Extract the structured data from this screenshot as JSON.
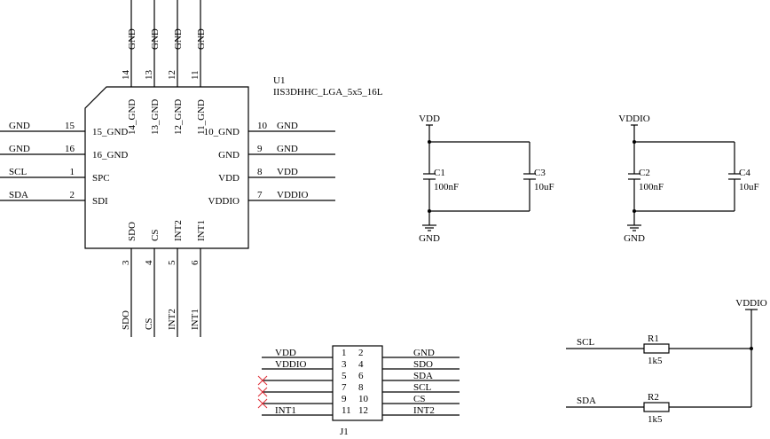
{
  "u1": {
    "refdes": "U1",
    "part": "IIS3DHHC_LGA_5x5_16L",
    "top_pins": [
      {
        "num": "14",
        "inner": "14_GND",
        "net": "GND"
      },
      {
        "num": "13",
        "inner": "13_GND",
        "net": "GND"
      },
      {
        "num": "12",
        "inner": "12_GND",
        "net": "GND"
      },
      {
        "num": "11",
        "inner": "11_GND",
        "net": "GND"
      }
    ],
    "left_pins": [
      {
        "num": "15",
        "inner": "15_GND",
        "net": "GND"
      },
      {
        "num": "16",
        "inner": "16_GND",
        "net": "GND"
      },
      {
        "num": "1",
        "inner": "SPC",
        "net": "SCL"
      },
      {
        "num": "2",
        "inner": "SDI",
        "net": "SDA"
      }
    ],
    "right_pins": [
      {
        "num": "10",
        "inner": "10_GND",
        "net": "GND"
      },
      {
        "num": "9",
        "inner": "GND",
        "net": "GND"
      },
      {
        "num": "8",
        "inner": "VDD",
        "net": "VDD"
      },
      {
        "num": "7",
        "inner": "VDDIO",
        "net": "VDDIO"
      }
    ],
    "bottom_pins": [
      {
        "num": "3",
        "inner": "SDO",
        "net": "SDO"
      },
      {
        "num": "4",
        "inner": "CS",
        "net": "CS"
      },
      {
        "num": "5",
        "inner": "INT2",
        "net": "INT2"
      },
      {
        "num": "6",
        "inner": "INT1",
        "net": "INT1"
      }
    ]
  },
  "decoupling": [
    {
      "rail": "VDD",
      "gnd": "GND",
      "caps": [
        {
          "ref": "C1",
          "value": "100nF"
        },
        {
          "ref": "C3",
          "value": "10uF"
        }
      ]
    },
    {
      "rail": "VDDIO",
      "gnd": "GND",
      "caps": [
        {
          "ref": "C2",
          "value": "100nF"
        },
        {
          "ref": "C4",
          "value": "10uF"
        }
      ]
    }
  ],
  "pullups": {
    "rail": "VDDIO",
    "resistors": [
      {
        "net": "SCL",
        "ref": "R1",
        "value": "1k5"
      },
      {
        "net": "SDA",
        "ref": "R2",
        "value": "1k5"
      }
    ]
  },
  "header": {
    "ref": "J1",
    "rows": [
      {
        "left_net": "VDD",
        "left_pin": "1",
        "right_pin": "2",
        "right_net": "GND",
        "no_connect": false
      },
      {
        "left_net": "VDDIO",
        "left_pin": "3",
        "right_pin": "4",
        "right_net": "SDO",
        "no_connect": false
      },
      {
        "left_net": "",
        "left_pin": "5",
        "right_pin": "6",
        "right_net": "SDA",
        "no_connect": true
      },
      {
        "left_net": "",
        "left_pin": "7",
        "right_pin": "8",
        "right_net": "SCL",
        "no_connect": true
      },
      {
        "left_net": "",
        "left_pin": "9",
        "right_pin": "10",
        "right_net": "CS",
        "no_connect": true
      },
      {
        "left_net": "INT1",
        "left_pin": "11",
        "right_pin": "12",
        "right_net": "INT2",
        "no_connect": false
      }
    ]
  },
  "colors": {
    "wire": "#000000",
    "no_connect": "#e0303a",
    "background": "#ffffff"
  }
}
